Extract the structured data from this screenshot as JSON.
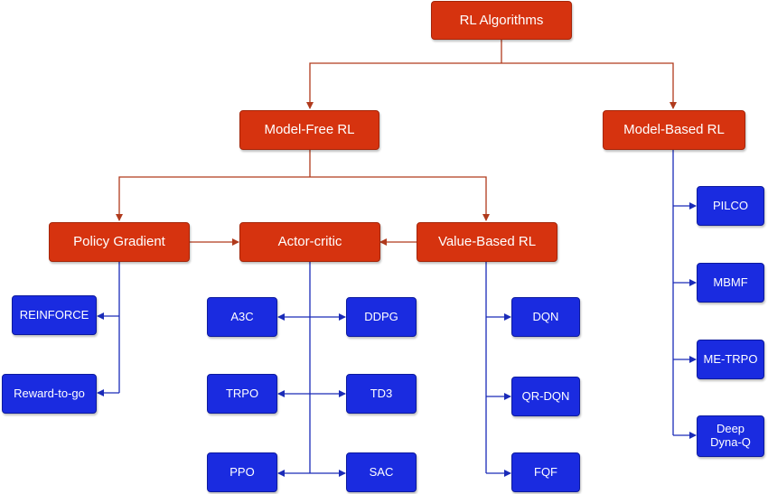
{
  "colors": {
    "red": "#d6330f",
    "blue": "#1a2be0",
    "red_line": "#b03a1c",
    "blue_line": "#1a2bb8"
  },
  "nodes": {
    "root": "RL Algorithms",
    "model_free": "Model-Free RL",
    "model_based": "Model-Based RL",
    "policy_gradient": "Policy Gradient",
    "actor_critic": "Actor-critic",
    "value_based": "Value-Based RL",
    "reinforce": "REINFORCE",
    "reward_to_go": "Reward-to-go",
    "a3c": "A3C",
    "ddpg": "DDPG",
    "trpo": "TRPO",
    "td3": "TD3",
    "ppo": "PPO",
    "sac": "SAC",
    "dqn": "DQN",
    "qr_dqn": "QR-DQN",
    "fqf": "FQF",
    "pilco": "PILCO",
    "mbmf": "MBMF",
    "me_trpo": "ME-TRPO",
    "deep_dyna_q": "Deep\nDyna-Q"
  }
}
